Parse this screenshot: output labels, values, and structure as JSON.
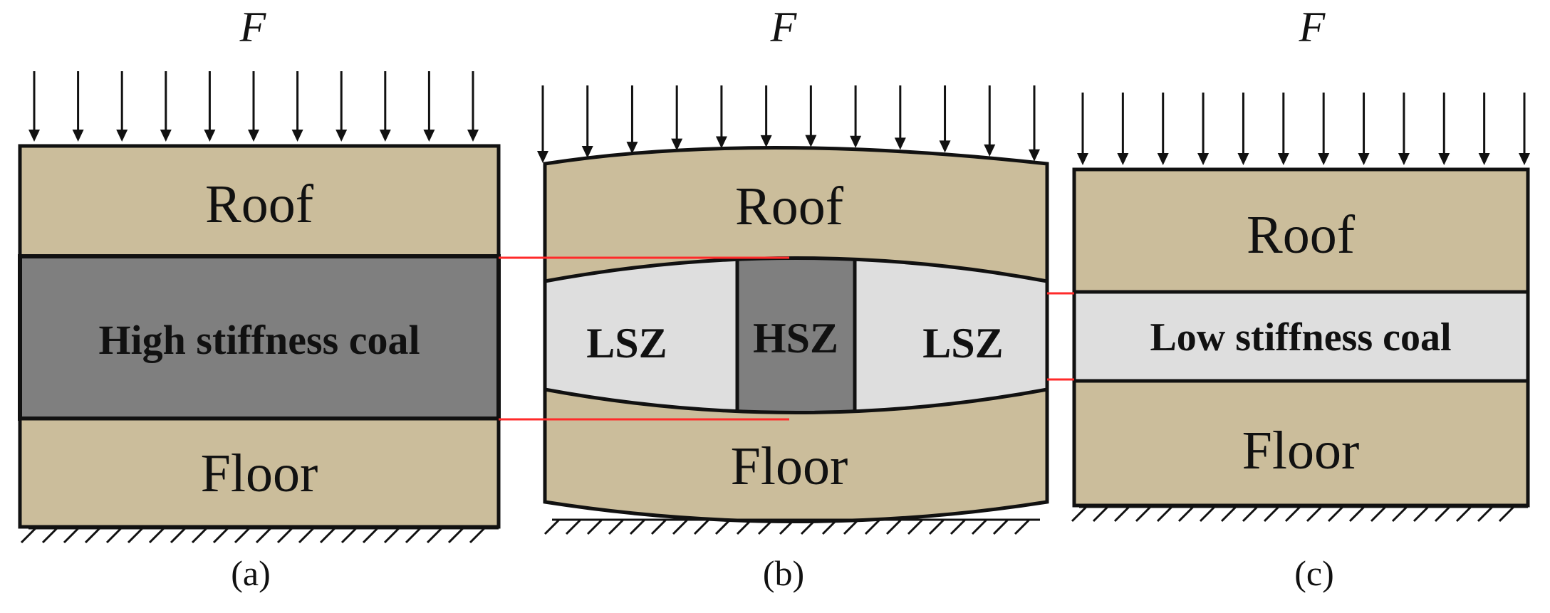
{
  "colors": {
    "rock": "#CBBD9B",
    "high_stiffness_coal": "#7F7F7F",
    "low_stiffness_coal": "#DEDEDE",
    "red_text": "#FF1A1A",
    "green_text": "#1BA672",
    "connector_line": "#FF2A2A",
    "outline": "#111111"
  },
  "panels": {
    "a": {
      "force_label": "F",
      "roof_label": "Roof",
      "coal_label": "High stiffness coal",
      "floor_label": "Floor",
      "caption": "(a)"
    },
    "b": {
      "force_label": "F",
      "roof_label": "Roof",
      "lsz_left_label": "LSZ",
      "hsz_label": "HSZ",
      "lsz_right_label": "LSZ",
      "floor_label": "Floor",
      "caption": "(b)"
    },
    "c": {
      "force_label": "F",
      "roof_label": "Roof",
      "coal_label": "Low stiffness coal",
      "floor_label": "Floor",
      "caption": "(c)"
    }
  }
}
